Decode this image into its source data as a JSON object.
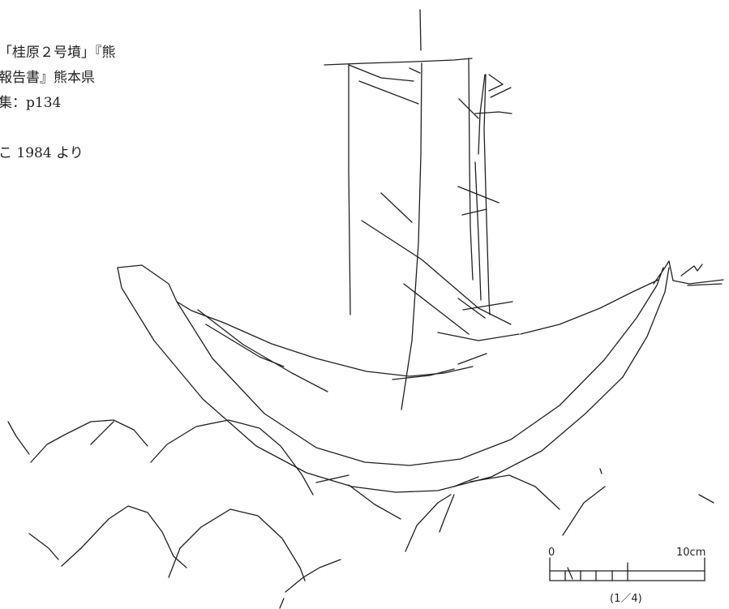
{
  "caption": {
    "lines": [
      "「桂原２号墳」『熊",
      "報告書』熊本県",
      "集：p134",
      "",
      "こ 1984 より"
    ]
  },
  "scale_bar": {
    "start_label": "0",
    "end_label": "10cm",
    "ratio_label": "(1／4)"
  }
}
